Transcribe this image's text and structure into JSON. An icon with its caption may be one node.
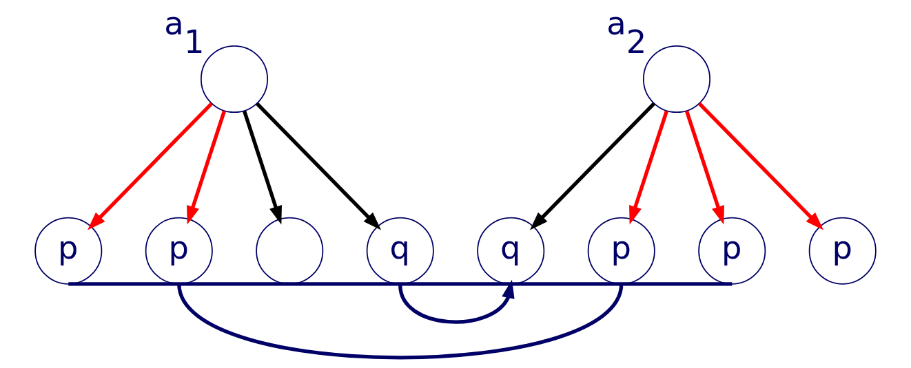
{
  "diagram": {
    "nodes": [
      {
        "text": [],
        "shape": "circle",
        "beside": [
          "a$_{1}$"
        ]
      },
      {
        "text": [],
        "shape": "circle",
        "beside": [
          "a$_{2}$"
        ]
      },
      {
        "text": [
          "p"
        ]
      },
      {
        "text": [
          "p"
        ]
      },
      {
        "text": [],
        "shape": "circle"
      },
      {
        "text": [
          "q"
        ]
      },
      {
        "text": [
          "q"
        ]
      },
      {
        "text": [
          "p"
        ]
      },
      {
        "text": [
          "p"
        ]
      },
      {
        "text": [
          "p"
        ]
      }
    ],
    "edges": [
      {
        "from": 0,
        "to": 2,
        "arrow": "to"
      },
      {
        "from": 0,
        "to": 3,
        "arrow": "to"
      },
      {
        "from": 0,
        "to": 4,
        "arrow": "to",
        "color": "#000000"
      },
      {
        "from": 0,
        "to": 5,
        "arrow": "to",
        "color": "#000000"
      },
      {
        "from": 1,
        "to": 6,
        "arrow": "to",
        "color": "#000000"
      },
      {
        "from": 1,
        "to": 7,
        "arrow": "to"
      },
      {
        "from": 1,
        "to": 8,
        "arrow": "to"
      },
      {
        "from": 1,
        "to": 9,
        "arrow": "to"
      },
      {
        "from": 5,
        "to": 6,
        "arrow": "to",
        "color": "#000066"
      },
      {
        "from": 3,
        "to": 7,
        "arrow": "none",
        "color": "#000066"
      },
      {
        "from": 2,
        "to": 8,
        "arrow": "none",
        "color": "#000066"
      }
    ]
  }
}
